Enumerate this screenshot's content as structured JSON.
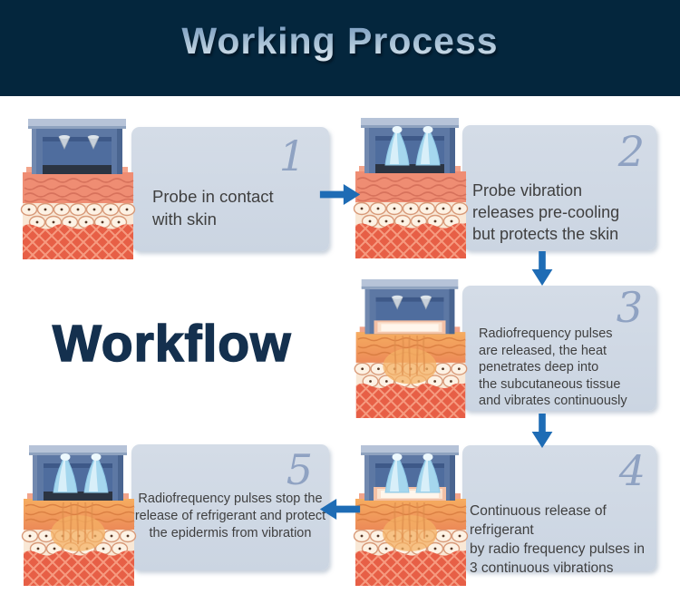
{
  "header": {
    "title": "Working Process"
  },
  "workflow_label": "Workflow",
  "steps": [
    {
      "number": "1",
      "text": "Probe in contact\nwith skin"
    },
    {
      "number": "2",
      "text": "Probe vibration\nreleases pre-cooling\nbut protects the skin"
    },
    {
      "number": "3",
      "text": "Radiofrequency pulses\nare released, the heat\npenetrates deep into\nthe subcutaneous tissue\n and vibrates continuously"
    },
    {
      "number": "4",
      "text": "Continuous release of refrigerant\nby radio frequency pulses in\n3 continuous vibrations"
    },
    {
      "number": "5",
      "text": "Radiofrequency pulses stop the\nrelease of refrigerant and protect\nthe epidermis from vibration"
    }
  ],
  "colors": {
    "header_bg": "#04263d",
    "title_gradient_top": "#6f93ba",
    "title_gradient_bottom": "#e2ecf3",
    "workflow_text": "#14304e",
    "card_bg": "#cdd7e3",
    "step_number": "#8fa2c2",
    "body_text": "#3f3f3f",
    "arrow": "#1e6cb5"
  }
}
